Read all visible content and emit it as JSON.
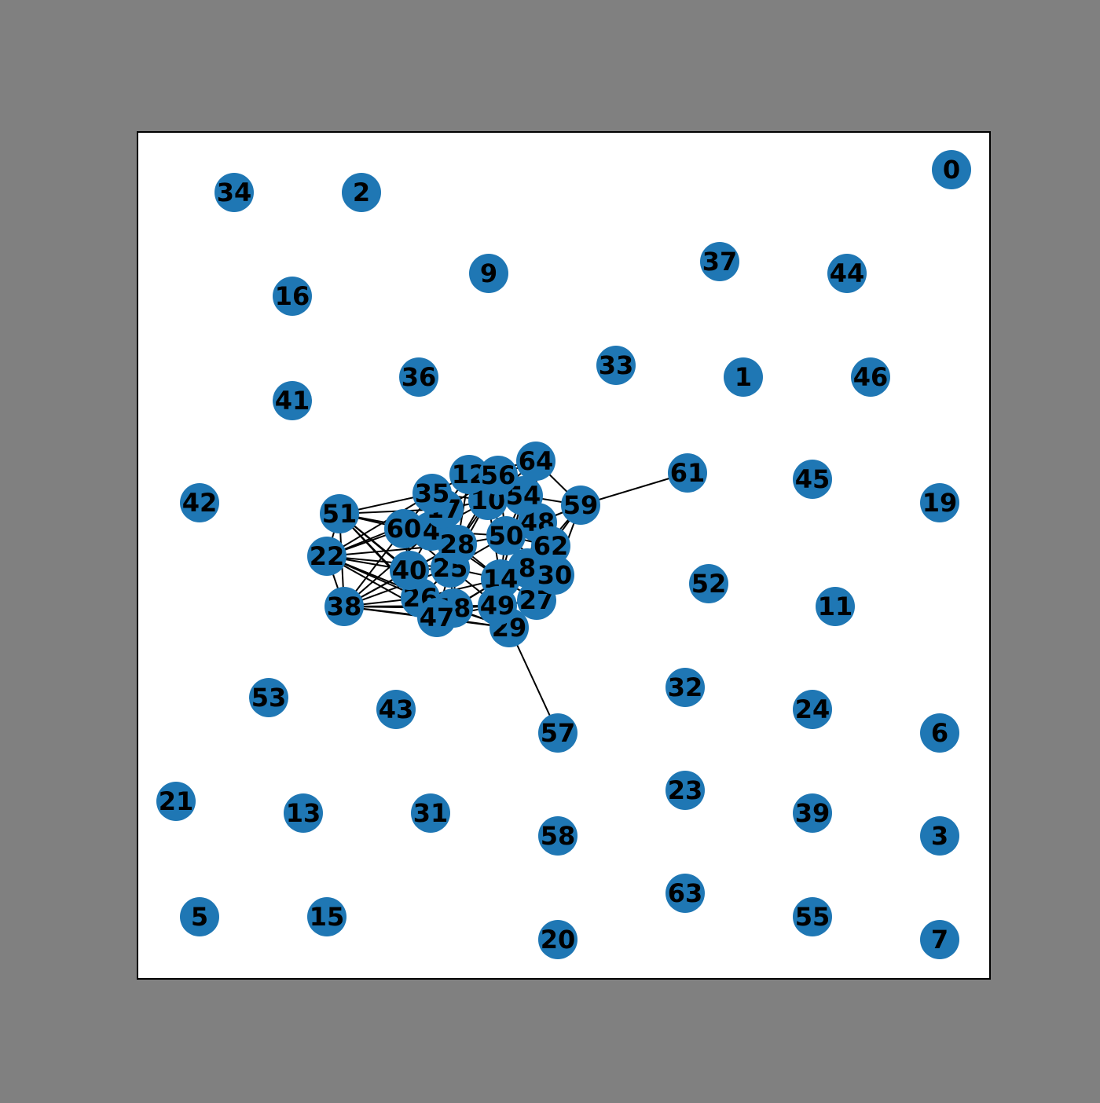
{
  "figure": {
    "background": "#808080",
    "plot_background": "#ffffff",
    "node_color": "#1f77b4",
    "edge_color": "#000000",
    "label_color": "#000000"
  },
  "graph": {
    "nodes": [
      "0",
      "1",
      "2",
      "3",
      "4",
      "5",
      "6",
      "7",
      "8",
      "9",
      "10",
      "11",
      "12",
      "13",
      "14",
      "15",
      "16",
      "17",
      "18",
      "19",
      "20",
      "21",
      "22",
      "23",
      "24",
      "25",
      "26",
      "27",
      "28",
      "29",
      "30",
      "31",
      "32",
      "33",
      "34",
      "35",
      "36",
      "37",
      "38",
      "39",
      "40",
      "41",
      "42",
      "43",
      "44",
      "45",
      "46",
      "47",
      "48",
      "49",
      "50",
      "51",
      "52",
      "53",
      "54",
      "55",
      "56",
      "57",
      "58",
      "59",
      "60",
      "61",
      "62",
      "63",
      "64"
    ],
    "edges": [
      [
        "59",
        "61"
      ],
      [
        "29",
        "57"
      ],
      [
        "51",
        "22"
      ],
      [
        "51",
        "38"
      ],
      [
        "51",
        "60"
      ],
      [
        "51",
        "35"
      ],
      [
        "51",
        "17"
      ],
      [
        "51",
        "40"
      ],
      [
        "51",
        "26"
      ],
      [
        "51",
        "47"
      ],
      [
        "51",
        "18"
      ],
      [
        "51",
        "4"
      ],
      [
        "22",
        "38"
      ],
      [
        "22",
        "60"
      ],
      [
        "22",
        "40"
      ],
      [
        "22",
        "26"
      ],
      [
        "22",
        "47"
      ],
      [
        "22",
        "18"
      ],
      [
        "22",
        "17"
      ],
      [
        "22",
        "25"
      ],
      [
        "22",
        "28"
      ],
      [
        "22",
        "35"
      ],
      [
        "38",
        "40"
      ],
      [
        "38",
        "26"
      ],
      [
        "38",
        "47"
      ],
      [
        "38",
        "18"
      ],
      [
        "38",
        "49"
      ],
      [
        "38",
        "29"
      ],
      [
        "38",
        "60"
      ],
      [
        "38",
        "25"
      ],
      [
        "38",
        "28"
      ],
      [
        "38",
        "4"
      ],
      [
        "60",
        "4"
      ],
      [
        "60",
        "35"
      ],
      [
        "60",
        "17"
      ],
      [
        "60",
        "28"
      ],
      [
        "60",
        "25"
      ],
      [
        "60",
        "40"
      ],
      [
        "60",
        "26"
      ],
      [
        "35",
        "12"
      ],
      [
        "35",
        "10"
      ],
      [
        "35",
        "17"
      ],
      [
        "35",
        "4"
      ],
      [
        "35",
        "28"
      ],
      [
        "17",
        "12"
      ],
      [
        "17",
        "10"
      ],
      [
        "17",
        "56"
      ],
      [
        "17",
        "28"
      ],
      [
        "17",
        "25"
      ],
      [
        "17",
        "4"
      ],
      [
        "12",
        "56"
      ],
      [
        "12",
        "10"
      ],
      [
        "12",
        "54"
      ],
      [
        "12",
        "64"
      ],
      [
        "56",
        "64"
      ],
      [
        "56",
        "54"
      ],
      [
        "56",
        "10"
      ],
      [
        "56",
        "50"
      ],
      [
        "64",
        "54"
      ],
      [
        "64",
        "59"
      ],
      [
        "64",
        "48"
      ],
      [
        "54",
        "59"
      ],
      [
        "54",
        "48"
      ],
      [
        "54",
        "10"
      ],
      [
        "54",
        "50"
      ],
      [
        "54",
        "62"
      ],
      [
        "59",
        "48"
      ],
      [
        "59",
        "62"
      ],
      [
        "59",
        "30"
      ],
      [
        "59",
        "8"
      ],
      [
        "59",
        "50"
      ],
      [
        "48",
        "62"
      ],
      [
        "48",
        "50"
      ],
      [
        "48",
        "8"
      ],
      [
        "48",
        "30"
      ],
      [
        "62",
        "30"
      ],
      [
        "62",
        "8"
      ],
      [
        "62",
        "50"
      ],
      [
        "62",
        "27"
      ],
      [
        "30",
        "8"
      ],
      [
        "30",
        "27"
      ],
      [
        "30",
        "14"
      ],
      [
        "8",
        "27"
      ],
      [
        "8",
        "14"
      ],
      [
        "8",
        "49"
      ],
      [
        "8",
        "50"
      ],
      [
        "27",
        "49"
      ],
      [
        "27",
        "29"
      ],
      [
        "27",
        "14"
      ],
      [
        "49",
        "29"
      ],
      [
        "49",
        "14"
      ],
      [
        "49",
        "18"
      ],
      [
        "49",
        "47"
      ],
      [
        "29",
        "14"
      ],
      [
        "29",
        "18"
      ],
      [
        "29",
        "47"
      ],
      [
        "29",
        "26"
      ],
      [
        "18",
        "47"
      ],
      [
        "18",
        "26"
      ],
      [
        "18",
        "25"
      ],
      [
        "18",
        "14"
      ],
      [
        "47",
        "26"
      ],
      [
        "47",
        "40"
      ],
      [
        "47",
        "25"
      ],
      [
        "26",
        "40"
      ],
      [
        "26",
        "25"
      ],
      [
        "26",
        "14"
      ],
      [
        "40",
        "25"
      ],
      [
        "40",
        "28"
      ],
      [
        "40",
        "4"
      ],
      [
        "25",
        "28"
      ],
      [
        "25",
        "14"
      ],
      [
        "25",
        "50"
      ],
      [
        "25",
        "10"
      ],
      [
        "28",
        "4"
      ],
      [
        "28",
        "10"
      ],
      [
        "28",
        "50"
      ],
      [
        "28",
        "14"
      ],
      [
        "4",
        "10"
      ],
      [
        "4",
        "50"
      ],
      [
        "4",
        "14"
      ],
      [
        "10",
        "50"
      ],
      [
        "10",
        "14"
      ],
      [
        "50",
        "14"
      ],
      [
        "50",
        "8"
      ],
      [
        "12",
        "28"
      ],
      [
        "56",
        "28"
      ],
      [
        "54",
        "14"
      ],
      [
        "64",
        "10"
      ],
      [
        "62",
        "14"
      ],
      [
        "30",
        "50"
      ],
      [
        "27",
        "50"
      ],
      [
        "49",
        "25"
      ],
      [
        "18",
        "28"
      ],
      [
        "47",
        "14"
      ]
    ]
  }
}
